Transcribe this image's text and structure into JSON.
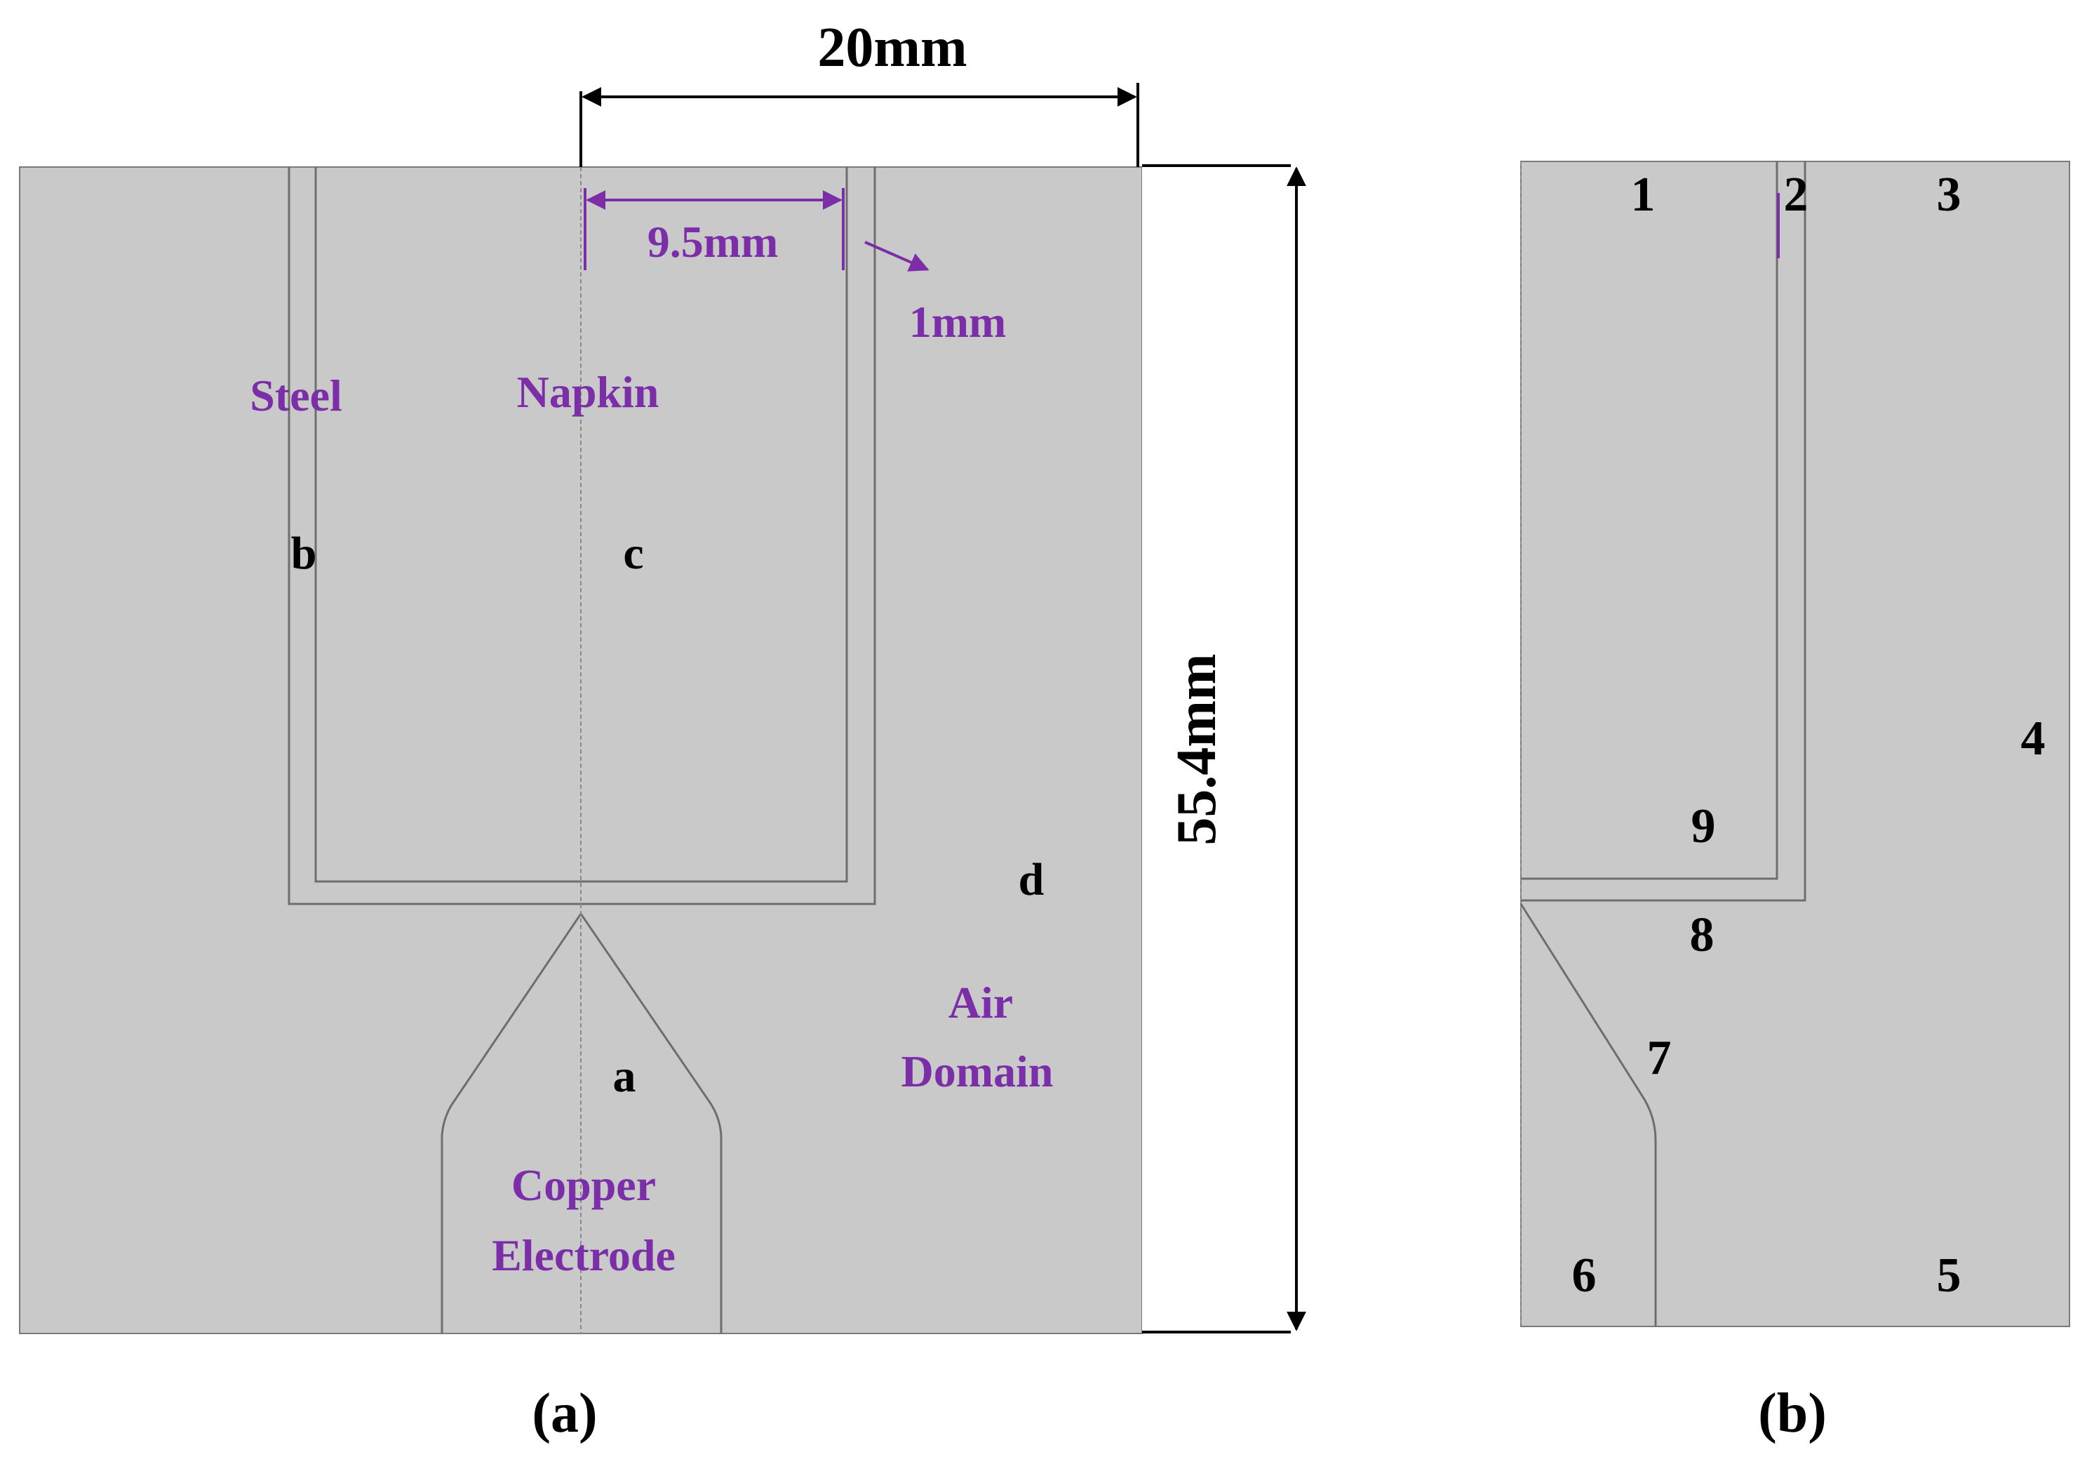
{
  "colors": {
    "domain_fill": "#c9c9c9",
    "outline": "#7a7a7a",
    "black": "#000000",
    "purple": "#7b2ea8"
  },
  "dimensions": {
    "width_label": "20mm",
    "height_label": "55.4mm",
    "napkin_half_width": "9.5mm",
    "gap_label": "1mm"
  },
  "panel_a": {
    "caption": "(a)",
    "materials": {
      "steel": "Steel",
      "napkin": "Napkin",
      "air_line1": "Air",
      "air_line2": "Domain",
      "copper_line1": "Copper",
      "copper_line2": "Electrode"
    },
    "points": {
      "a": "a",
      "b": "b",
      "c": "c",
      "d": "d"
    }
  },
  "panel_b": {
    "caption": "(b)",
    "boundaries": [
      "1",
      "2",
      "3",
      "4",
      "5",
      "6",
      "7",
      "8",
      "9"
    ]
  }
}
